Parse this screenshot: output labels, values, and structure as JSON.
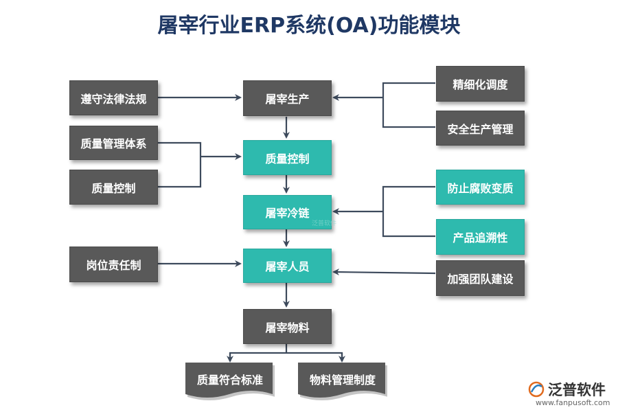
{
  "title": "屠宰行业ERP系统(OA)功能模块",
  "center": {
    "production": "屠宰生产",
    "quality": "质量控制",
    "coldchain": "屠宰冷链",
    "personnel": "屠宰人员",
    "materials": "屠宰物料"
  },
  "left": {
    "law": "遵守法律法规",
    "quality_system": "质量管理体系",
    "quality_control": "质量控制",
    "responsibility": "岗位责任制"
  },
  "right": {
    "fine_dispatch": "精细化调度",
    "safety": "安全生产管理",
    "anticorruption": "防止腐败变质",
    "traceability": "产品追溯性",
    "team": "加强团队建设"
  },
  "bottom": {
    "standard": "质量符合标准",
    "material_system": "物料管理制度"
  },
  "logo": {
    "brand": "泛普软件",
    "url": "www.fanpusoft.com",
    "watermark": "泛普软件"
  },
  "colors": {
    "title": "#1f3864",
    "gray_box": "#595959",
    "teal_box": "#2ebaae",
    "connector": "#3d4a5c"
  }
}
